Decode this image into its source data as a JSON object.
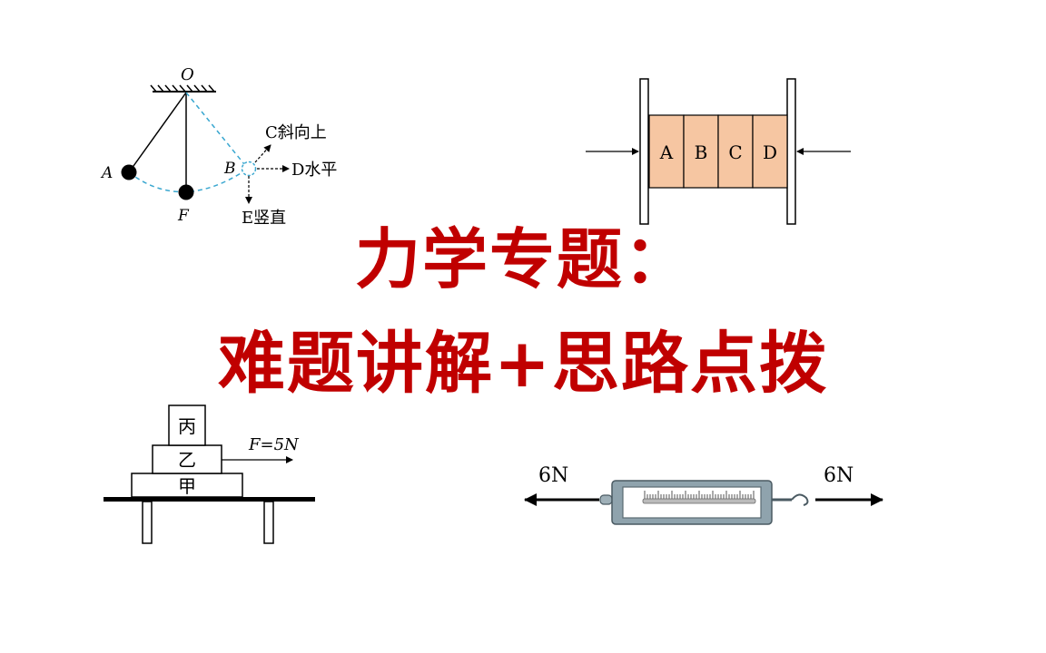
{
  "title": {
    "line1": "力学专题：",
    "line2": "难题讲解+思路点拨"
  },
  "pendulum": {
    "pivot": "O",
    "point_a": "A",
    "point_b": "B",
    "point_f": "F",
    "dir_c": "C斜向上",
    "dir_d": "D水平",
    "dir_e": "E竖直"
  },
  "blocks_clamp": {
    "blocks": [
      "A",
      "B",
      "C",
      "D"
    ]
  },
  "stacked_blocks": {
    "top": "丙",
    "middle": "乙",
    "bottom": "甲",
    "force": "F=5N"
  },
  "spring_scale": {
    "left_force": "6N",
    "right_force": "6N"
  },
  "colors": {
    "title": "#c00000",
    "dashed": "#3aa7d0",
    "block_fill": "#f6c6a2",
    "scale_body": "#8fa3ad"
  }
}
